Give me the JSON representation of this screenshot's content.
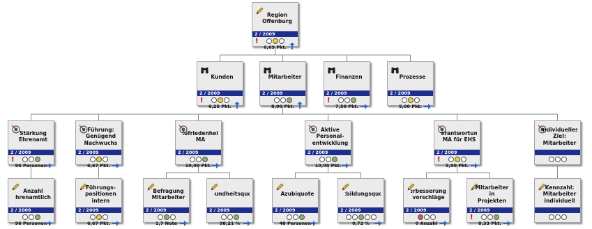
{
  "colors": {
    "period_bar": "#1d2e8d",
    "status_red": "#d9534f",
    "status_yellow": "#f2d22d",
    "status_green": "#8db26a",
    "alert": "#c00000",
    "trend": "#2b67c6",
    "connector": "#8a8a8a"
  },
  "nodes": [
    {
      "id": "region",
      "title": "Region\nOffenburg",
      "period": "2 / 2009",
      "lights": [
        "off",
        "yellow",
        "off"
      ],
      "value": "6,69 Pkt.",
      "icon": "pencil-icon",
      "alert": true,
      "trend": "up"
    },
    {
      "id": "kunden",
      "title": "Kunden",
      "period": "2 / 2009",
      "lights": [
        "off",
        "yellow",
        "off"
      ],
      "value": "6,25 Pkt.",
      "icon": "binoculars-icon",
      "alert": true,
      "trend": "up"
    },
    {
      "id": "mitarbeiter",
      "title": "Mitarbeiter",
      "period": "2 / 2009",
      "lights": [
        "off",
        "off",
        "green"
      ],
      "value": "8,00 Pkt.",
      "icon": "binoculars-icon",
      "alert": false,
      "trend": "up"
    },
    {
      "id": "finanzen",
      "title": "Finanzen",
      "period": "2 / 2009",
      "lights": [
        "off",
        "off",
        "green"
      ],
      "value": "7,50 Pkt.",
      "icon": "binoculars-icon",
      "alert": true,
      "trend": "right"
    },
    {
      "id": "prozesse",
      "title": "Prozesse",
      "period": "2 / 2009",
      "lights": [
        "off",
        "yellow",
        "off"
      ],
      "value": "5,00 Pkt.",
      "icon": "binoculars-icon",
      "alert": false,
      "trend": "right"
    },
    {
      "id": "staerkung",
      "title": "Stärkung\nEhrenamt",
      "period": "2 / 2009",
      "lights": [
        "off",
        "off",
        "green"
      ],
      "value": "96 Personen",
      "icon": "target-icon",
      "alert": true,
      "trend": "right"
    },
    {
      "id": "fuehrung",
      "title": "Führung:\nGenügend\nNachwuchs",
      "period": "2 / 2009",
      "lights": [
        "off",
        "yellow",
        "off"
      ],
      "value": "6,67 Pkt.",
      "icon": "target-icon",
      "alert": false,
      "trend": "right"
    },
    {
      "id": "zufriedenheit",
      "title": "Zufriedenheit\nMA",
      "period": "2 / 2009",
      "lights": [
        "off",
        "off",
        "green"
      ],
      "value": "10,00 Pkt.",
      "icon": "target-icon",
      "alert": false,
      "trend": "right"
    },
    {
      "id": "personalentwicklung",
      "title": "Aktive\nPersonal-\nentwicklung",
      "period": "2 / 2009",
      "lights": [
        "off",
        "off",
        "green"
      ],
      "value": "10,00 Pkt.",
      "icon": "target-icon",
      "alert": false,
      "trend": "right"
    },
    {
      "id": "verantwortung",
      "title": "Verantwortung\nMA für EHS",
      "period": "2 / 2009",
      "lights": [
        "off",
        "yellow",
        "off"
      ],
      "value": "5,00 Pkt.",
      "icon": "target-icon",
      "alert": true,
      "trend": "right"
    },
    {
      "id": "individuell",
      "title": "Individuelles\nZiel: Mitarbeiter",
      "period": "",
      "lights": [
        "off",
        "off",
        "off"
      ],
      "value": "",
      "icon": "target-icon",
      "alert": false,
      "trend": "none"
    },
    {
      "id": "anzahl",
      "title": "Anzahl\nEhrenamtliche",
      "period": "2 / 2009",
      "lights": [
        "off",
        "off",
        "green"
      ],
      "value": "96 Personen",
      "icon": "pencil-icon",
      "alert": false,
      "trend": "right"
    },
    {
      "id": "fuehrungspositionen",
      "title": "Führungs-\npositionen\nintern",
      "period": "2 / 2009",
      "lights": [
        "off",
        "yellow",
        "off"
      ],
      "value": "6,67 Pkt.",
      "icon": "pencil-icon",
      "alert": false,
      "trend": "right"
    },
    {
      "id": "befragung",
      "title": "Befragung\nMitarbeiter",
      "period": "2 / 2009",
      "lights": [
        "off",
        "green",
        "off"
      ],
      "value": "1,7 Note",
      "icon": "pencil-icon",
      "alert": false,
      "trend": "right"
    },
    {
      "id": "gesundheitsquote",
      "title": "iesundheitsquote",
      "period": "2 / 2009",
      "lights": [
        "off",
        "off",
        "green"
      ],
      "value": "98,21 %",
      "icon": "pencil-icon",
      "alert": false,
      "trend": "right"
    },
    {
      "id": "azubiquote",
      "title": "Azubiquote",
      "period": "2 / 2009",
      "lights": [
        "off",
        "off",
        "green"
      ],
      "value": "48 Personen",
      "icon": "pencil-icon",
      "alert": false,
      "trend": "right"
    },
    {
      "id": "fortbildungsquote",
      "title": "ortbildungsquote",
      "period": "2 / 2009",
      "lights": [
        "off",
        "off",
        "green",
        "off",
        "off"
      ],
      "value": "0,72 %",
      "icon": "pencil-icon",
      "alert": false,
      "trend": "right"
    },
    {
      "id": "verbesserung",
      "title": "Verbesserungs-\nvorschläge",
      "period": "2 / 2009",
      "lights": [
        "red",
        "off",
        "off"
      ],
      "value": "0 Anzahl",
      "icon": "pencil-icon",
      "alert": false,
      "trend": "right"
    },
    {
      "id": "mitarbeiterprojekte",
      "title": "Mitarbeiter in\nProjekten",
      "period": "2 / 2009",
      "lights": [
        "off",
        "off",
        "green"
      ],
      "value": "8,33 Pkt.",
      "icon": "pencil-icon",
      "alert": true,
      "trend": "right"
    },
    {
      "id": "kennzahl",
      "title": "Kennzahl:\nMitarbeiter\nindividuell",
      "period": "",
      "lights": [
        "off",
        "off",
        "off"
      ],
      "value": "",
      "icon": "pencil-icon",
      "alert": false,
      "trend": "none"
    }
  ]
}
